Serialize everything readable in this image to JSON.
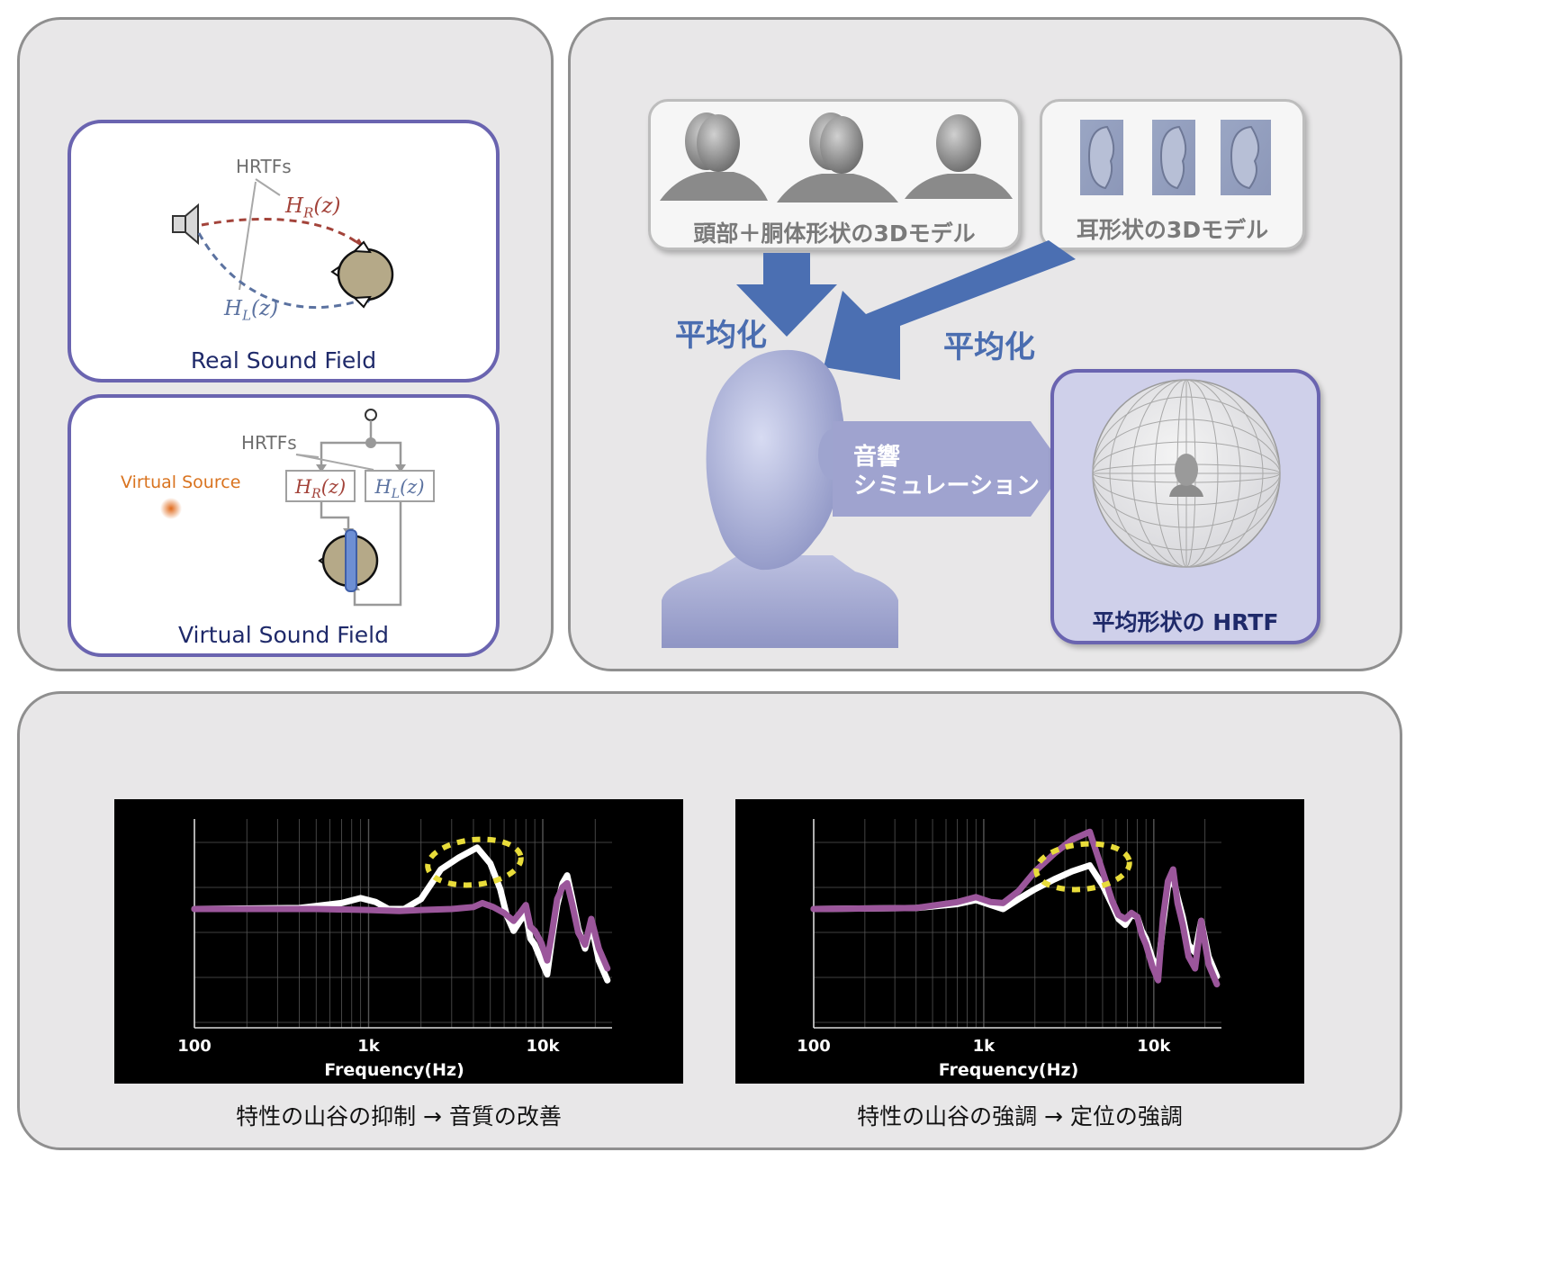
{
  "left_panel": {
    "real": {
      "hrtfs": "HRTFs",
      "hr": "H_R(z)",
      "hl": "H_L(z)",
      "title": "Real Sound Field"
    },
    "virtual": {
      "hrtfs": "HRTFs",
      "source": "Virtual Source",
      "hr": "H_R(z)",
      "hl": "H_L(z)",
      "title": "Virtual Sound Field"
    }
  },
  "right_panel": {
    "head_torso_caption": "頭部＋胴体形状の3Dモデル",
    "ear_caption": "耳形状の3Dモデル",
    "avg_label_1": "平均化",
    "avg_label_2": "平均化",
    "sim_line1": "音響",
    "sim_line2": "シミュレーション",
    "result_caption": "平均形状の HRTF"
  },
  "colors": {
    "white_curve": "#ffffff",
    "purple_curve": "#9b569b",
    "highlight": "#e8dc3a",
    "accent_blue": "#4a6db0",
    "card_border": "#6a64b0"
  },
  "chart_data": [
    {
      "type": "line",
      "xscale": "log",
      "xlim": [
        100,
        25000
      ],
      "xlabel": "Frequency(Hz)",
      "xticks": [
        "100",
        "1k",
        "10k"
      ],
      "series": [
        {
          "color": "#ffffff",
          "x": [
            100,
            400,
            700,
            900,
            1100,
            1300,
            1600,
            2000,
            2600,
            3300,
            4200,
            5000,
            5700,
            6200,
            6800,
            7400,
            8000,
            8500,
            9000,
            9800,
            10600,
            11300,
            12100,
            13000,
            13800,
            14800,
            16000,
            17500,
            19000,
            21000,
            23500
          ],
          "y": [
            0,
            0.05,
            0.3,
            0.55,
            0.35,
            0,
            0,
            0.5,
            2.0,
            2.6,
            3.1,
            2.3,
            1.0,
            -0.3,
            -1.1,
            -0.6,
            -0.2,
            -1.5,
            -1.8,
            -2.6,
            -3.3,
            -1.5,
            0.2,
            1.3,
            1.7,
            0.5,
            -1.0,
            -2.0,
            -0.8,
            -2.6,
            -3.6
          ]
        },
        {
          "color": "#9b569b",
          "x": [
            100,
            500,
            1000,
            1500,
            2000,
            3000,
            4000,
            4500,
            5200,
            6000,
            6800,
            7400,
            8000,
            8500,
            9000,
            9800,
            10600,
            11300,
            12100,
            13000,
            13800,
            14800,
            16000,
            17500,
            19000,
            21000,
            23500
          ],
          "y": [
            0,
            0,
            -0.05,
            -0.1,
            -0.05,
            0,
            0.1,
            0.3,
            0.1,
            -0.2,
            -0.6,
            -0.2,
            0.2,
            -0.9,
            -1.1,
            -1.7,
            -2.6,
            -1.2,
            0.5,
            1.1,
            1.3,
            0.2,
            -1.2,
            -1.8,
            -0.5,
            -2.0,
            -3.0
          ]
        }
      ]
    },
    {
      "type": "line",
      "xscale": "log",
      "xlim": [
        100,
        25000
      ],
      "xlabel": "Frequency(Hz)",
      "xticks": [
        "100",
        "1k",
        "10k"
      ],
      "series": [
        {
          "color": "#ffffff",
          "x": [
            100,
            400,
            700,
            900,
            1100,
            1300,
            1600,
            2000,
            2600,
            3300,
            4200,
            5000,
            5700,
            6200,
            6800,
            7400,
            8000,
            8500,
            9000,
            9800,
            10600,
            11300,
            12100,
            13000,
            13800,
            14800,
            16000,
            17500,
            19000,
            21000,
            23500
          ],
          "y": [
            0,
            0.05,
            0.25,
            0.45,
            0.2,
            0.0,
            0.5,
            1.0,
            1.5,
            1.9,
            2.2,
            1.2,
            0.2,
            -0.5,
            -0.8,
            -0.3,
            -0.4,
            -1.1,
            -1.5,
            -2.5,
            -3.1,
            -0.8,
            1.1,
            1.6,
            0.6,
            -0.4,
            -1.8,
            -2.2,
            -0.6,
            -2.4,
            -3.4
          ]
        },
        {
          "color": "#9b569b",
          "x": [
            100,
            400,
            700,
            900,
            1100,
            1300,
            1600,
            2000,
            2600,
            3300,
            4200,
            5000,
            5700,
            6200,
            6800,
            7400,
            8000,
            8500,
            9000,
            9800,
            10600,
            11300,
            12100,
            13000,
            13800,
            14800,
            16000,
            17500,
            19000,
            21000,
            23500
          ],
          "y": [
            0,
            0.05,
            0.35,
            0.6,
            0.35,
            0.3,
            0.9,
            1.9,
            2.8,
            3.5,
            3.9,
            1.9,
            0.4,
            -0.3,
            -0.5,
            -0.2,
            -0.4,
            -1.3,
            -1.8,
            -2.9,
            -3.6,
            -0.5,
            1.4,
            2.0,
            0.3,
            -0.8,
            -2.4,
            -3.0,
            -0.6,
            -2.8,
            -3.8
          ]
        }
      ]
    }
  ],
  "bottom_panel": {
    "caption_left": "特性の山谷の抑制 → 音質の改善",
    "caption_right": "特性の山谷の強調 → 定位の強調"
  }
}
